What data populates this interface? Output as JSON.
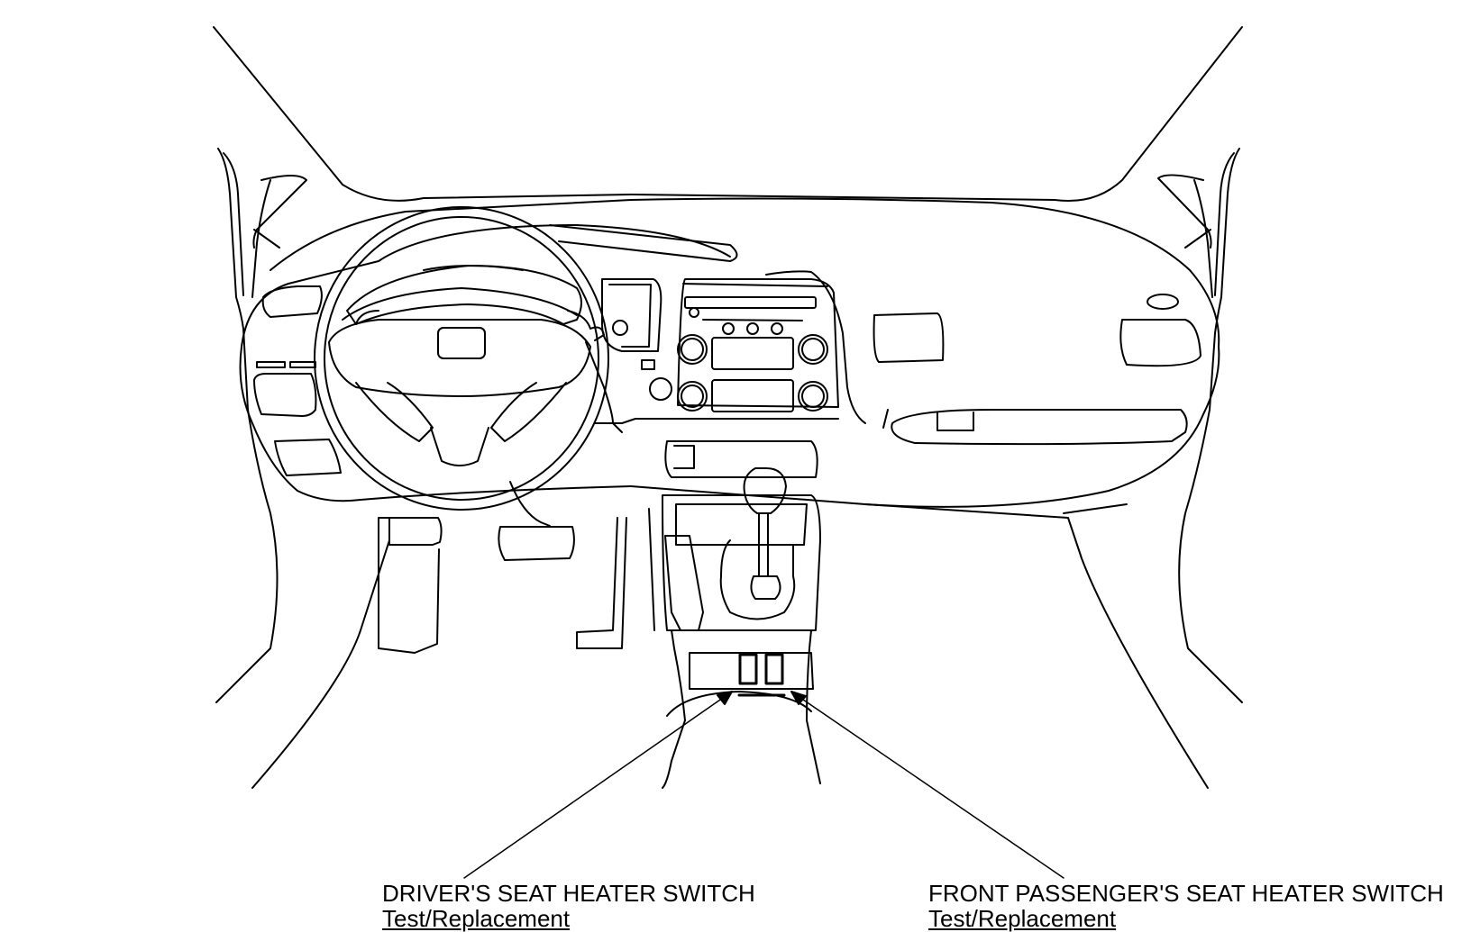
{
  "callouts": {
    "driver": {
      "title": "DRIVER'S SEAT HEATER SWITCH",
      "link": "Test/Replacement"
    },
    "passenger": {
      "title": "FRONT PASSENGER'S SEAT HEATER SWITCH",
      "link": "Test/Replacement"
    }
  },
  "colors": {
    "line": "#000000",
    "background": "#ffffff"
  }
}
